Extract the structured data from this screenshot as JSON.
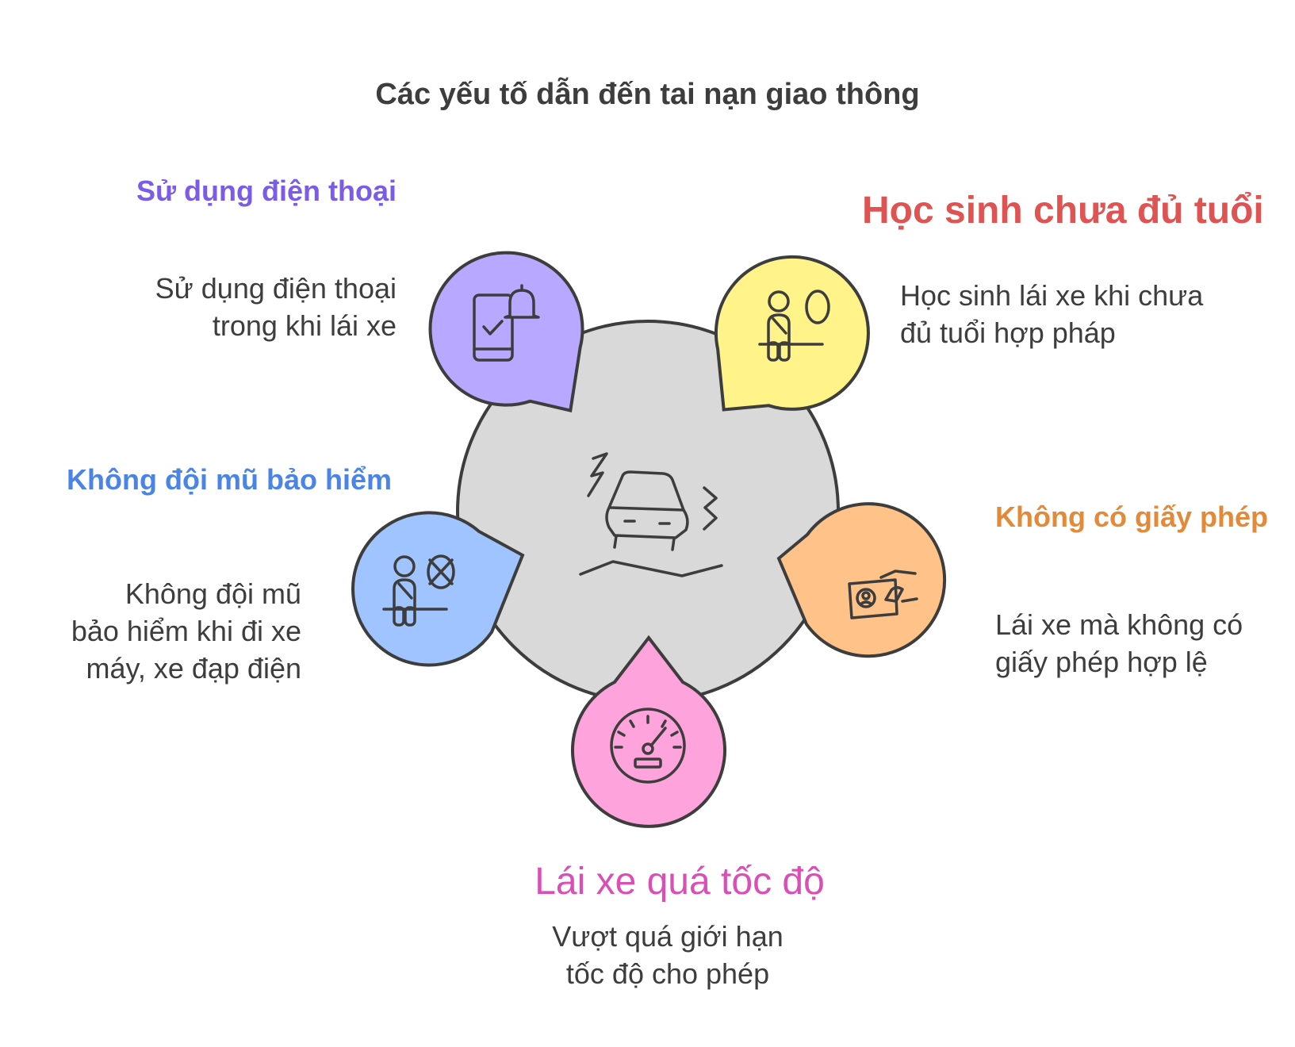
{
  "title": "Các yếu tố dẫn đến tai nạn giao thông",
  "colors": {
    "center": "#d9d9d9",
    "phone": "#b9a8ff",
    "underage": "#fff38a",
    "license": "#ffc38a",
    "speed": "#ffa3dc",
    "helmet": "#9fc4ff",
    "stroke": "#3d3d3d"
  },
  "center_icon": "car-crash-icon",
  "items": {
    "phone": {
      "heading": "Sử dụng điện thoại",
      "heading_color": "#7b5ce6",
      "desc1": "Sử dụng điện thoại",
      "desc2": "trong khi lái xe",
      "icon": "phone-bell-icon"
    },
    "underage": {
      "heading": "Học sinh chưa đủ tuổi",
      "heading_color": "#e05353",
      "desc1": "Học sinh lái xe khi chưa",
      "desc2": "đủ tuổi hợp pháp",
      "icon": "student-icon"
    },
    "helmet": {
      "heading": "Không đội mũ bảo hiểm",
      "heading_color": "#4a84e6",
      "desc1": "Không đội mũ",
      "desc2": "bảo hiểm khi đi xe",
      "desc3": "máy, xe đạp điện",
      "icon": "no-helmet-icon"
    },
    "license": {
      "heading": "Không có giấy phép",
      "heading_color": "#e28a3a",
      "desc1": "Lái xe mà không có",
      "desc2": "giấy phép hợp lệ",
      "icon": "license-card-icon"
    },
    "speed": {
      "heading": "Lái xe quá tốc độ",
      "heading_color": "#d94fb5",
      "desc1": "Vượt quá giới hạn",
      "desc2": "tốc độ cho phép",
      "icon": "speedometer-icon"
    }
  }
}
